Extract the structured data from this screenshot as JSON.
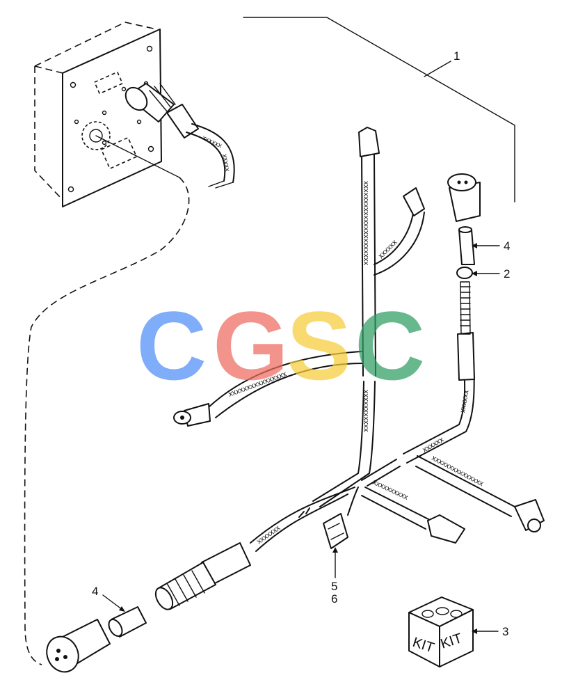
{
  "watermark": {
    "letters": [
      "C",
      "G",
      "S",
      "C"
    ],
    "colors": [
      "#4f8ef7",
      "#ee6b5f",
      "#f6cd3a",
      "#2f9e63"
    ]
  },
  "callouts": {
    "c1": "1",
    "c2": "2",
    "c3": "3",
    "c4_upper": "4",
    "c4_lower": "4",
    "c5": "5",
    "c6": "6"
  },
  "kit_box": {
    "label_left": "KIT",
    "label_right": "KIT"
  },
  "colors": {
    "ink": "#111111",
    "background": "#ffffff"
  }
}
